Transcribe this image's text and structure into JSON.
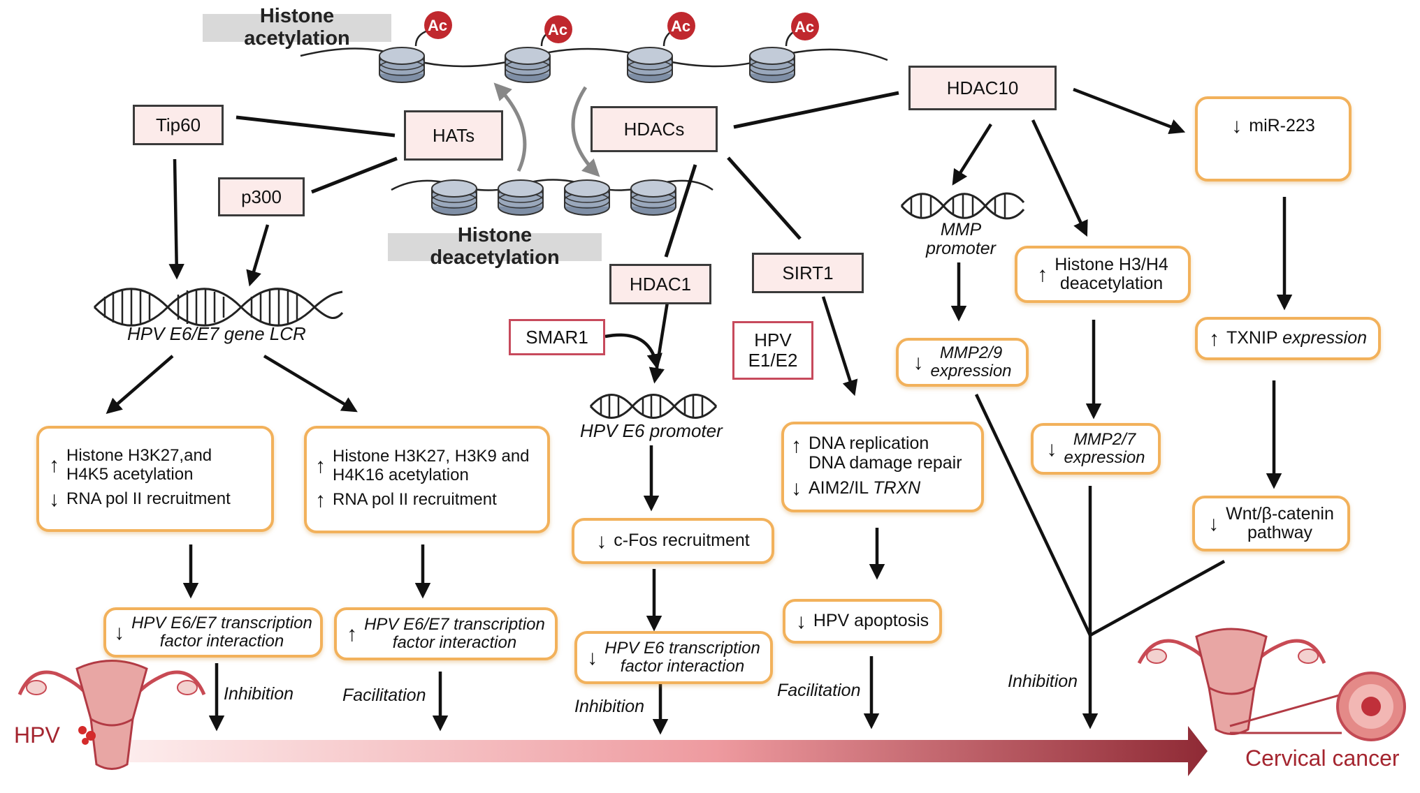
{
  "titles": {
    "acetylation": "Histone acetylation",
    "deacetylation": "Histone deacetylation",
    "ac_mark": "Ac"
  },
  "enzymes": {
    "tip60": "Tip60",
    "p300": "p300",
    "hats": "HATs",
    "hdacs": "HDACs",
    "hdac10": "HDAC10",
    "hdac1": "HDAC1",
    "sirt1": "SIRT1",
    "smar1": "SMAR1",
    "hpv_e1e2": [
      "HPV",
      "E1/E2"
    ]
  },
  "dna": {
    "lcr": "HPV E6/E7 gene LCR",
    "e6_promoter": "HPV E6 promoter",
    "mmp_promoter": [
      "MMP",
      "promoter"
    ]
  },
  "effects": {
    "box1": {
      "line1": "Histone H3K27,and",
      "line2": "H4K5 acetylation",
      "line3": "RNA pol II recruitment"
    },
    "box2": {
      "line1": "Histone H3K27, H3K9 and",
      "line2": "H4K16 acetylation",
      "line3": "RNA pol II recruitment"
    },
    "box3": {
      "line1": "HPV E6/E7 transcription",
      "line2": "factor interaction"
    },
    "box4": {
      "line1": "HPV E6/E7 transcription",
      "line2": "factor interaction"
    },
    "cfos": "c-Fos recruitment",
    "e6_tf": {
      "line1": "HPV E6 transcription",
      "line2": "factor interaction"
    },
    "dna_rep": {
      "line1": "DNA replication",
      "line2": "DNA damage repair",
      "line3a": "AIM2/IL ",
      "line3b": "TRXN"
    },
    "apoptosis": "HPV apoptosis",
    "mmp29": {
      "line1": "MMP2/9",
      "line2": "expression"
    },
    "h3h4": {
      "line1": "Histone H3/H4",
      "line2": "deacetylation"
    },
    "mmp27": {
      "line1": "MMP2/7",
      "line2": "expression"
    },
    "mir223": "miR-223",
    "txnip": {
      "a": "TXNIP ",
      "b": "expression"
    },
    "wnt": {
      "line1": "Wnt/β-catenin",
      "line2": "pathway"
    }
  },
  "outcomes": {
    "inhibition": "Inhibition",
    "facilitation": "Facilitation",
    "hpv": "HPV",
    "cervical_cancer": "Cervical cancer"
  },
  "arrows": {
    "up": "↑",
    "down": "↓"
  },
  "colors": {
    "box_fill": "#fcebea",
    "orange_border": "#f2b15b",
    "red_border": "#c74a5c",
    "ac_red": "#c0282e",
    "gradient_dark": "#8f2a35",
    "gradient_light": "#fbe4e4"
  }
}
